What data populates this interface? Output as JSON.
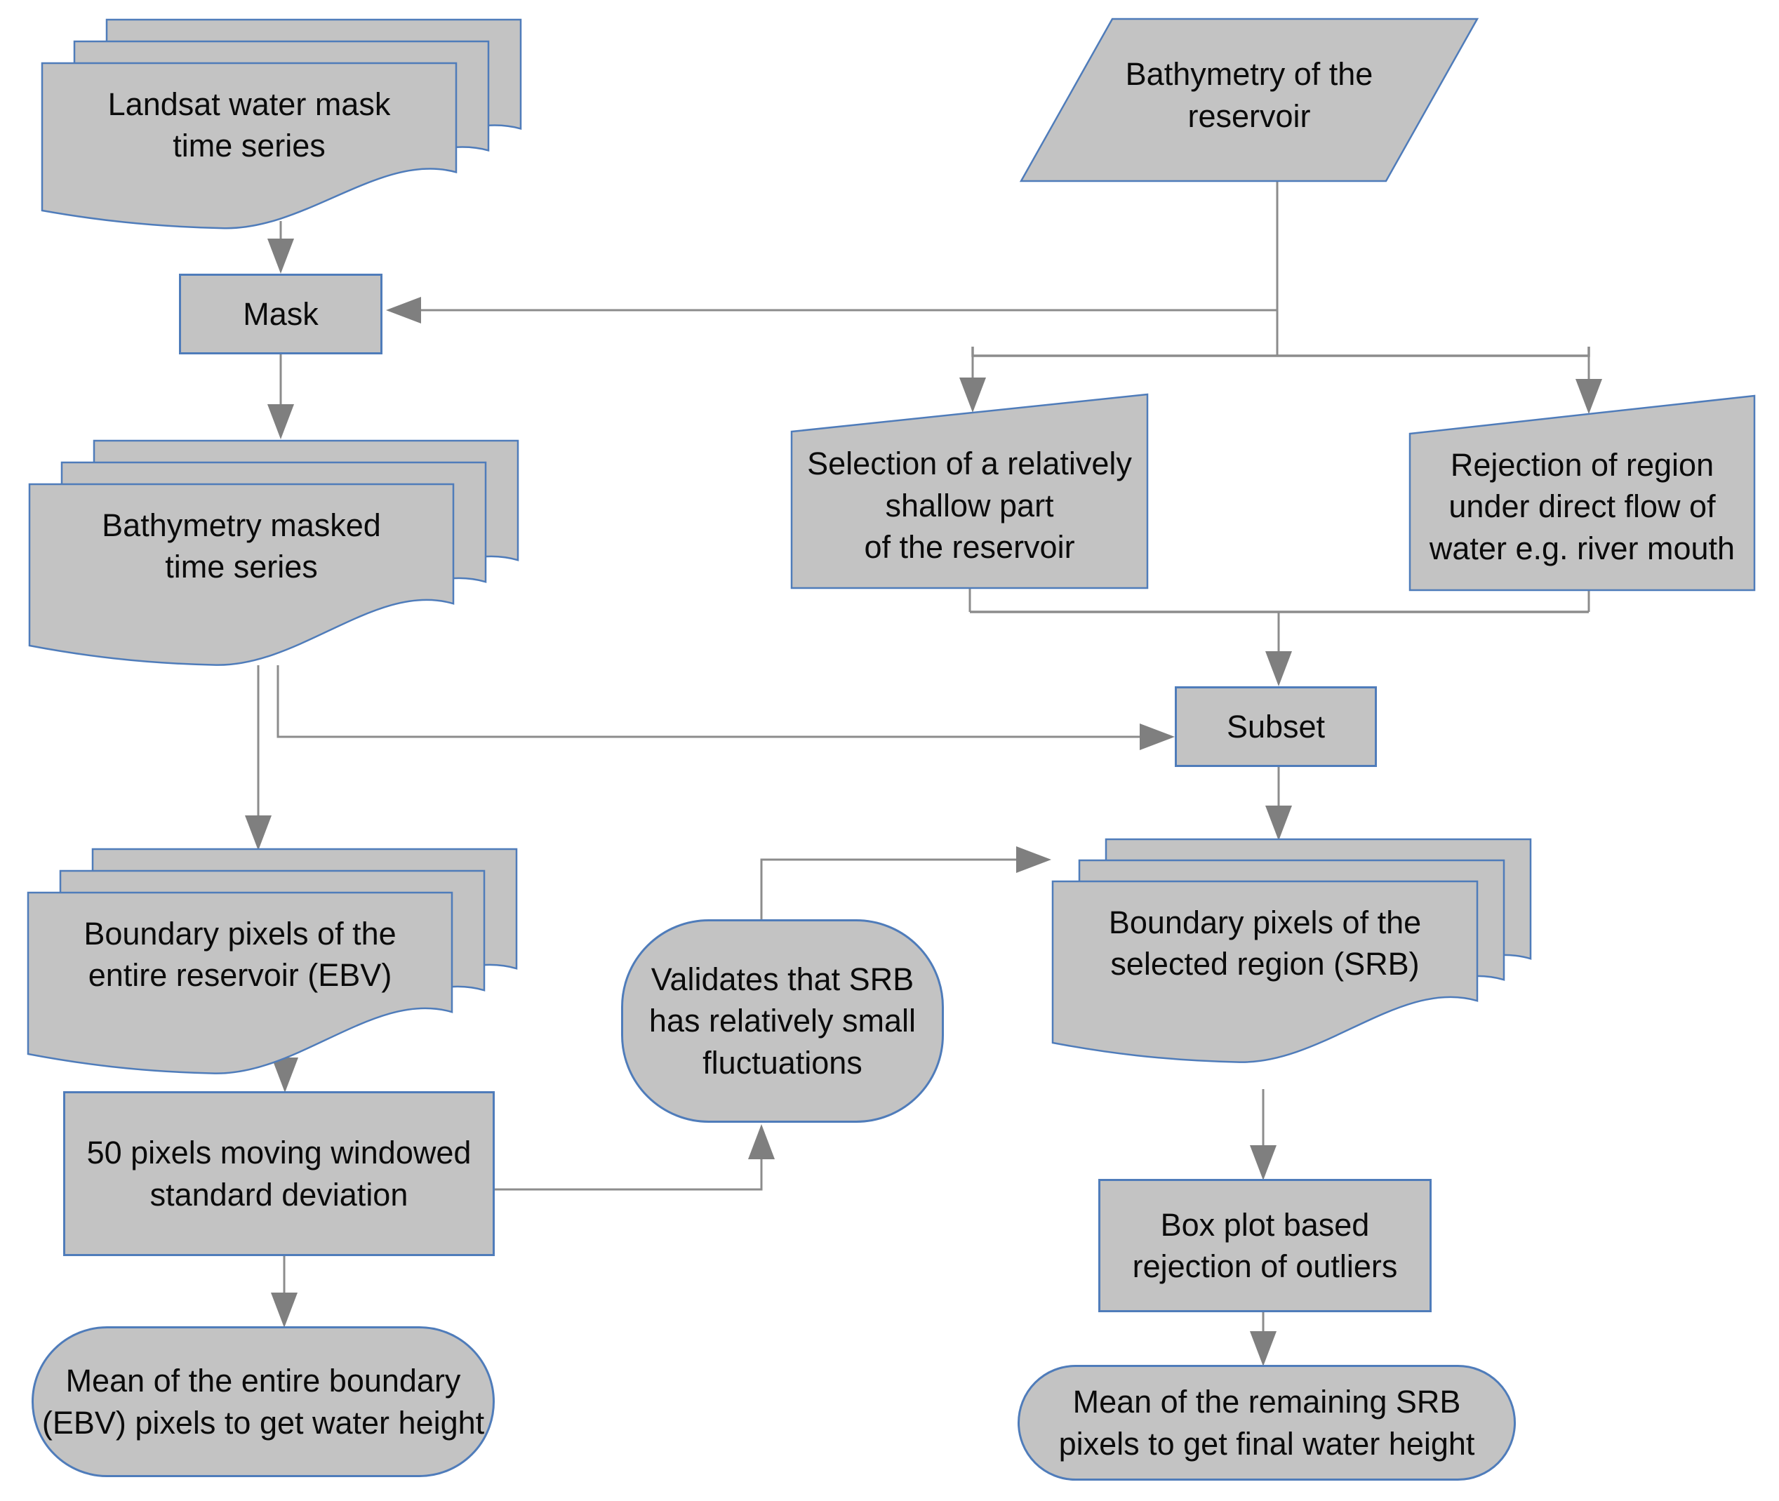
{
  "diagram": {
    "title": "Reservoir water height extraction flowchart",
    "background_color": "#ffffff",
    "node_fill": "#c3c3c3",
    "node_border_color": "#4f7cba",
    "connector_color": "#8c8c8c",
    "arrowhead_color": "#7f7f7f",
    "text_color": "#0b0b0b",
    "nodes": {
      "landsat_stack": {
        "shape": "document-stack",
        "label": "Landsat water mask\ntime series"
      },
      "mask": {
        "shape": "process",
        "label": "Mask"
      },
      "bathymetry": {
        "shape": "data-parallelogram",
        "label": "Bathymetry of the\nreservoir"
      },
      "bathymetry_masked_stack": {
        "shape": "document-stack",
        "label": "Bathymetry masked\ntime series"
      },
      "selection": {
        "shape": "trapezoid",
        "label": "Selection of a relatively\nshallow part\nof the reservoir"
      },
      "rejection": {
        "shape": "trapezoid",
        "label": "Rejection of region\nunder direct flow of\nwater e.g. river mouth"
      },
      "subset": {
        "shape": "process",
        "label": "Subset"
      },
      "ebv_stack": {
        "shape": "document-stack",
        "label": "Boundary pixels of the\nentire reservoir (EBV)"
      },
      "srb_stack": {
        "shape": "document-stack",
        "label": "Boundary pixels of the\nselected region (SRB)"
      },
      "moving_std": {
        "shape": "process",
        "label": "50 pixels moving windowed\nstandard deviation"
      },
      "validates": {
        "shape": "terminator",
        "label": "Validates that SRB\nhas relatively small\nfluctuations"
      },
      "boxplot": {
        "shape": "process",
        "label": "Box plot based\nrejection of outliers"
      },
      "mean_ebv": {
        "shape": "terminator",
        "label": "Mean of the entire boundary\n(EBV) pixels to get water height"
      },
      "mean_srb": {
        "shape": "terminator",
        "label": "Mean of the remaining SRB\npixels to get final water height"
      }
    }
  }
}
